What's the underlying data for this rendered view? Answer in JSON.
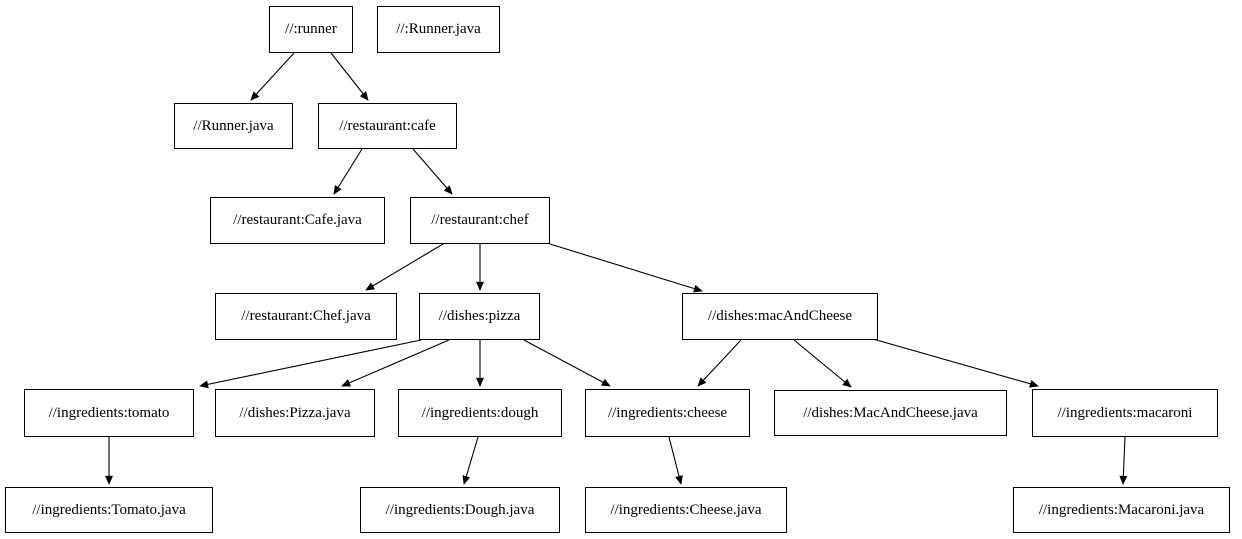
{
  "graph": {
    "type": "dependency-graph",
    "colors": {
      "background": "#ffffff",
      "node_border": "#000000",
      "node_fill": "#ffffff",
      "text": "#000000",
      "edge": "#000000"
    },
    "nodes": {
      "runner": "//:runner",
      "runner_java_root": "//:Runner.java",
      "runner_java_file": "//Runner.java",
      "cafe": "//restaurant:cafe",
      "cafe_java": "//restaurant:Cafe.java",
      "chef": "//restaurant:chef",
      "chef_java": "//restaurant:Chef.java",
      "pizza": "//dishes:pizza",
      "mac_and_cheese": "//dishes:macAndCheese",
      "tomato": "//ingredients:tomato",
      "pizza_java": "//dishes:Pizza.java",
      "dough": "//ingredients:dough",
      "cheese": "//ingredients:cheese",
      "mac_and_cheese_java": "//dishes:MacAndCheese.java",
      "macaroni": "//ingredients:macaroni",
      "tomato_java": "//ingredients:Tomato.java",
      "dough_java": "//ingredients:Dough.java",
      "cheese_java": "//ingredients:Cheese.java",
      "macaroni_java": "//ingredients:Macaroni.java"
    },
    "edges": [
      {
        "from": "runner",
        "to": "runner_java_file"
      },
      {
        "from": "runner",
        "to": "cafe"
      },
      {
        "from": "cafe",
        "to": "cafe_java"
      },
      {
        "from": "cafe",
        "to": "chef"
      },
      {
        "from": "chef",
        "to": "chef_java"
      },
      {
        "from": "chef",
        "to": "pizza"
      },
      {
        "from": "chef",
        "to": "mac_and_cheese"
      },
      {
        "from": "pizza",
        "to": "tomato"
      },
      {
        "from": "pizza",
        "to": "pizza_java"
      },
      {
        "from": "pizza",
        "to": "dough"
      },
      {
        "from": "pizza",
        "to": "cheese"
      },
      {
        "from": "mac_and_cheese",
        "to": "cheese"
      },
      {
        "from": "mac_and_cheese",
        "to": "mac_and_cheese_java"
      },
      {
        "from": "mac_and_cheese",
        "to": "macaroni"
      },
      {
        "from": "tomato",
        "to": "tomato_java"
      },
      {
        "from": "dough",
        "to": "dough_java"
      },
      {
        "from": "cheese",
        "to": "cheese_java"
      },
      {
        "from": "macaroni",
        "to": "macaroni_java"
      }
    ]
  }
}
